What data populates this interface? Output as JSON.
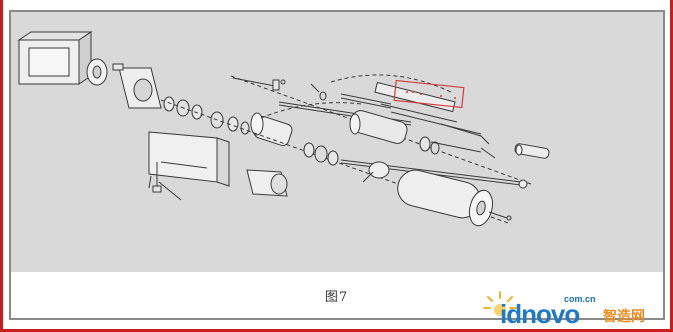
{
  "figure": {
    "caption": "图7"
  },
  "watermark": {
    "domain": "com.cn",
    "brand": "idnovo",
    "brand_cn": "智造网",
    "sun_color": "#f2b531",
    "brand_color": "#1f78c8",
    "cn_color": "#f08a1c"
  },
  "colors": {
    "frame_accent": "#c81e1e",
    "panel_bg": "#d9d9d9",
    "line_art": "#3a3a3a",
    "highlight_box": "#d23c3c"
  }
}
